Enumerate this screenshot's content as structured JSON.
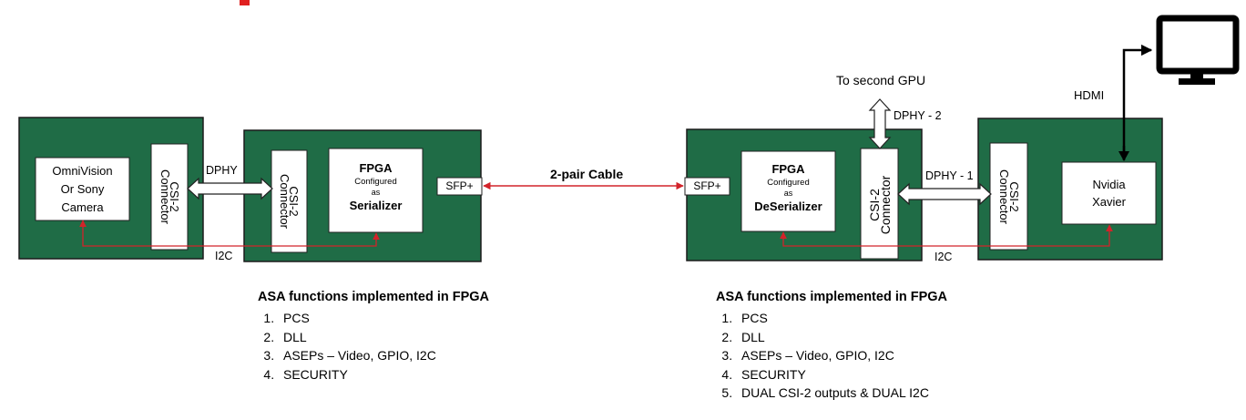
{
  "colors": {
    "board": "#1f6c46",
    "board_border": "#1b1b1b",
    "signal": "#d2232a",
    "accent": "#e02020"
  },
  "camera_board": {
    "camera_line1": "OmniVision",
    "camera_line2": "Or Sony",
    "camera_line3": "Camera",
    "connector_line1": "CSI-2",
    "connector_line2": "Connector"
  },
  "serializer_board": {
    "connector_line1": "CSI-2",
    "connector_line2": "Connector",
    "fpga_title": "FPGA",
    "fpga_configured": "Configured",
    "fpga_as": "as",
    "fpga_role": "Serializer",
    "sfp": "SFP+"
  },
  "deserializer_board": {
    "sfp": "SFP+",
    "fpga_title": "FPGA",
    "fpga_configured": "Configured",
    "fpga_as": "as",
    "fpga_role": "DeSerializer",
    "connector_line1": "CSI-2",
    "connector_line2": "Connector"
  },
  "xavier_board": {
    "connector_line1": "CSI-2",
    "connector_line2": "Connector",
    "module_line1": "Nvidia",
    "module_line2": "Xavier"
  },
  "links": {
    "dphy": "DPHY",
    "i2c_left": "I2C",
    "cable": "2-pair Cable",
    "to_second_gpu": "To second GPU",
    "dphy_2": "DPHY - 2",
    "dphy_1": "DPHY - 1",
    "i2c_right": "I2C",
    "hdmi": "HDMI"
  },
  "serializer_functions": {
    "heading": "ASA functions implemented in FPGA",
    "items": [
      "PCS",
      "DLL",
      "ASEPs – Video, GPIO, I2C",
      "SECURITY"
    ]
  },
  "deserializer_functions": {
    "heading": "ASA functions implemented in FPGA",
    "items": [
      "PCS",
      "DLL",
      "ASEPs – Video, GPIO, I2C",
      "SECURITY",
      "DUAL CSI-2 outputs & DUAL I2C"
    ]
  }
}
